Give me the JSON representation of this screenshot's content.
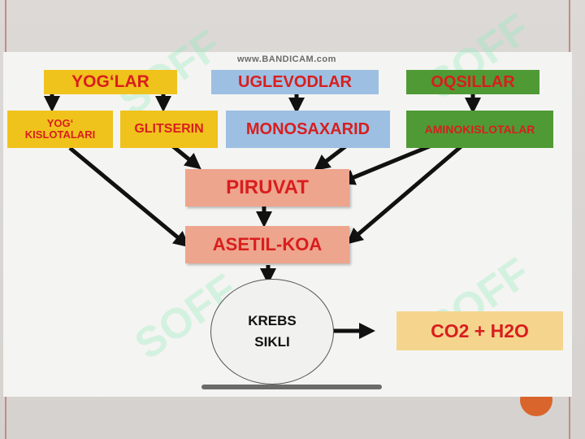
{
  "recorder_watermark": "www.BANDICAM.com",
  "sources": {
    "fats": "YOG‘LAR",
    "carbs": "UGLEVODLAR",
    "proteins": "OQSILLAR"
  },
  "intermediates": {
    "fatty_acids_line1": "YOG‘",
    "fatty_acids_line2": "KISLOTALARI",
    "glycerol": "GLITSERIN",
    "monosaccharide": "MONOSAXARID",
    "amino_acids": "AMINOKISLOTALAR"
  },
  "pathway": {
    "pyruvate": "PIRUVAT",
    "acetyl_coa": "ASETIL-KOA",
    "krebs_line1": "KREBS",
    "krebs_line2": "SIKLI",
    "products": "CO2 + H2O"
  },
  "colors": {
    "fat_box": "#f0c21c",
    "carb_box": "#9dbfe2",
    "protein_box": "#4f9a35",
    "pathway_box": "#eea58d",
    "label_red": "#d81e1e"
  }
}
